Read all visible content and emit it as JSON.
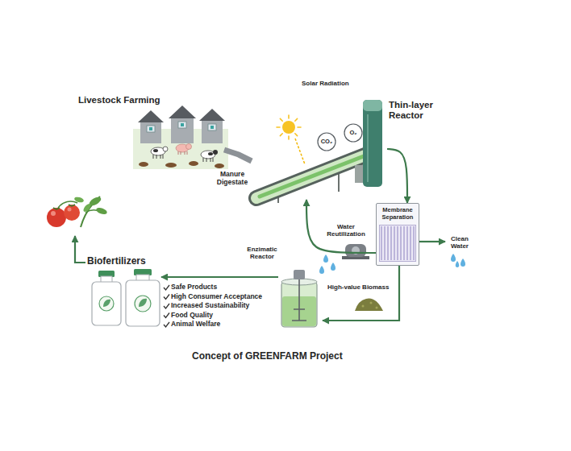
{
  "diagram": {
    "caption": "Concept of GREENFARM Project",
    "nodes": [
      {
        "text": [
          "Livestock Farming"
        ]
      },
      {
        "text": [
          "Thin-layer Reactor"
        ]
      },
      {
        "text": [
          "CO₂"
        ],
        "in": 1
      },
      {
        "text": [
          "O₂"
        ],
        "in": 1
      },
      {
        "text": [
          "Membrane Separation"
        ]
      },
      {
        "text": [
          "Clean Water"
        ]
      },
      {
        "text": [
          "Enzimatic Reactor"
        ]
      },
      {
        "text": [
          "Biofertilizers"
        ]
      }
    ],
    "edges": [
      {
        "from": 0,
        "to": 1,
        "label": "Manure Digestate",
        "arrow": "none"
      },
      {
        "from": 1,
        "to": 4,
        "arrow": "to"
      },
      {
        "from": 4,
        "to": 1,
        "label": "Water Reutilization",
        "arrow": "to"
      },
      {
        "from": 4,
        "to": 5,
        "arrow": "to"
      },
      {
        "from": 4,
        "to": 6,
        "label": "High-value Biomass",
        "arrow": "to"
      },
      {
        "from": 6,
        "to": 7,
        "arrow": "to"
      }
    ],
    "labels": [
      "Solar Radiation",
      "Safe Products",
      "High Consumer Acceptance",
      "Increased Sustainability",
      "Food Quality",
      "Animal Welfare"
    ]
  }
}
